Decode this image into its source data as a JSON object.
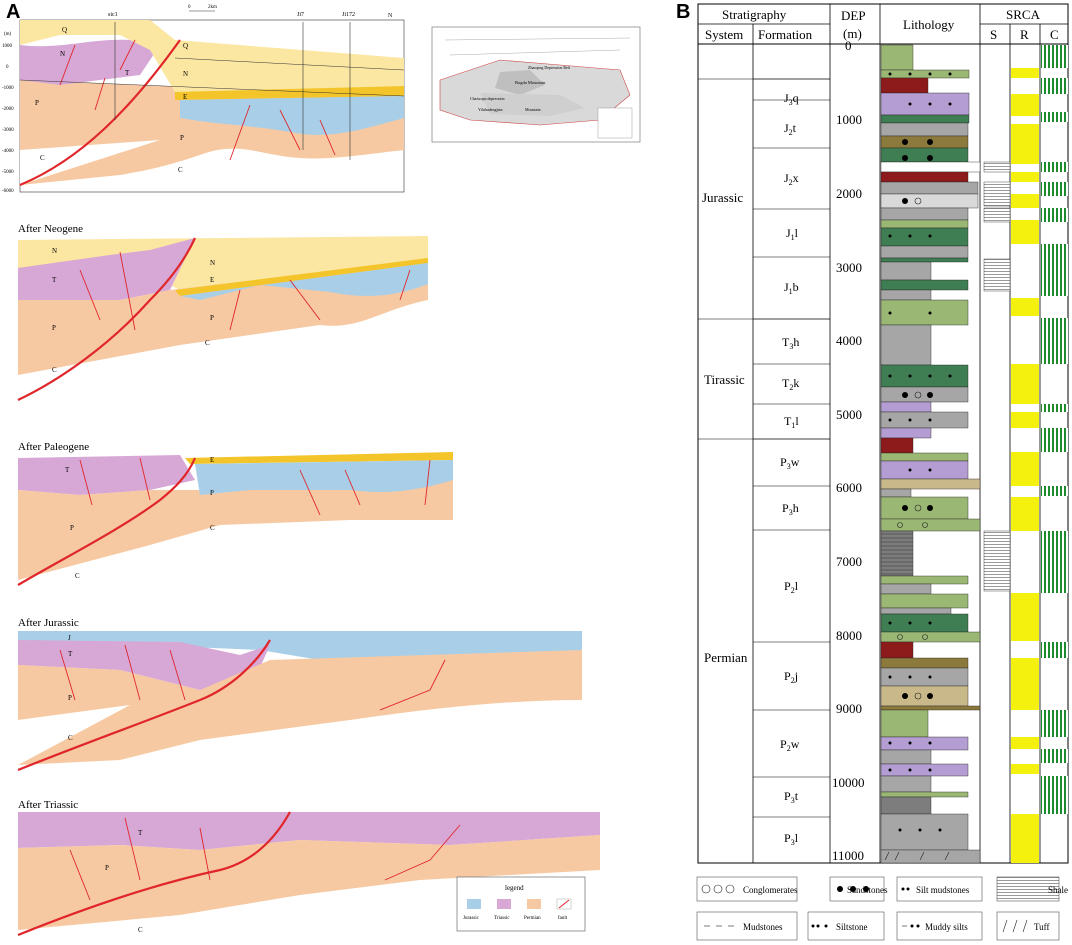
{
  "colors": {
    "jurassic": "#a9cfe8",
    "triassic": "#d7a7d5",
    "permian": "#f7c9a2",
    "neogene": "#fbe6a2",
    "paleogene": "#f4c52a",
    "quaternary": "#fbe6a2",
    "fault": "#e0262a",
    "mudstone": "#a6a6a6",
    "sandstone_green": "#9bb774",
    "dark_green": "#3f7d52",
    "dark_red": "#8e1b1b",
    "purple": "#b39dd3",
    "olive": "#8c7a3c",
    "tan": "#c9b98a",
    "seal_yellow": "#f5f10e",
    "cap_green": "#1e8b2f"
  },
  "panel_a": {
    "label": "A",
    "wells": [
      "sic1",
      "Ji7",
      "Ji172"
    ],
    "scale_ticks": [
      "0",
      "2km"
    ],
    "north": "N",
    "yaxis_unit": "(m)",
    "yaxis_ticks": [
      "1000",
      "0",
      "-1000",
      "-2000",
      "-3000",
      "-4000",
      "-5000",
      "-6000"
    ],
    "stages": [
      "After Neogene",
      "After Paleogene",
      "After Jurassic",
      "After Triassic"
    ],
    "layer_labels": {
      "Q": "Q",
      "N": "N",
      "E": "E",
      "J": "J",
      "T": "T",
      "P": "P",
      "C": "C"
    },
    "map": {
      "title_small": "Zhaoqing Depression Belt",
      "mountain1": "Bogda Mountain",
      "mountain2": "Mountain",
      "depression": "Chaiwopu depression",
      "basin": "Yilahudengjian"
    },
    "legend": {
      "title": "legend",
      "items": [
        "Jurassic",
        "Triassic",
        "Permian",
        "fault"
      ]
    }
  },
  "panel_b": {
    "label": "B",
    "headers": {
      "stratigraphy": "Stratigraphy",
      "system": "System",
      "formation": "Formation",
      "dep": "DEP",
      "dep_unit": "(m)",
      "lithology": "Lithology",
      "srca": "SRCA",
      "s": "S",
      "r": "R",
      "c": "C"
    },
    "depth_ticks": [
      "0",
      "1000",
      "2000",
      "3000",
      "4000",
      "5000",
      "6000",
      "7000",
      "8000",
      "9000",
      "10000",
      "11000"
    ],
    "systems": [
      "Jurassic",
      "Tirassic",
      "Permian"
    ],
    "formations": [
      {
        "base": "J",
        "sub": "3",
        "suf": "q"
      },
      {
        "base": "J",
        "sub": "2",
        "suf": "t"
      },
      {
        "base": "J",
        "sub": "2",
        "suf": "x"
      },
      {
        "base": "J",
        "sub": "1",
        "suf": "l"
      },
      {
        "base": "J",
        "sub": "1",
        "suf": "b"
      },
      {
        "base": "T",
        "sub": "3",
        "suf": "h"
      },
      {
        "base": "T",
        "sub": "2",
        "suf": "k"
      },
      {
        "base": "T",
        "sub": "1",
        "suf": "l"
      },
      {
        "base": "P",
        "sub": "3",
        "suf": "w"
      },
      {
        "base": "P",
        "sub": "3",
        "suf": "h"
      },
      {
        "base": "P",
        "sub": "2",
        "suf": "l"
      },
      {
        "base": "P",
        "sub": "2",
        "suf": "j"
      },
      {
        "base": "P",
        "sub": "2",
        "suf": "w"
      },
      {
        "base": "P",
        "sub": "3",
        "suf": "t"
      },
      {
        "base": "P",
        "sub": "3",
        "suf": "l"
      }
    ],
    "legend": [
      "Conglomerates",
      "Sandstones",
      "Silt mudstones",
      "Shale",
      "Mudstones",
      "Siltstone",
      "Muddy silts",
      "Tuff"
    ]
  }
}
